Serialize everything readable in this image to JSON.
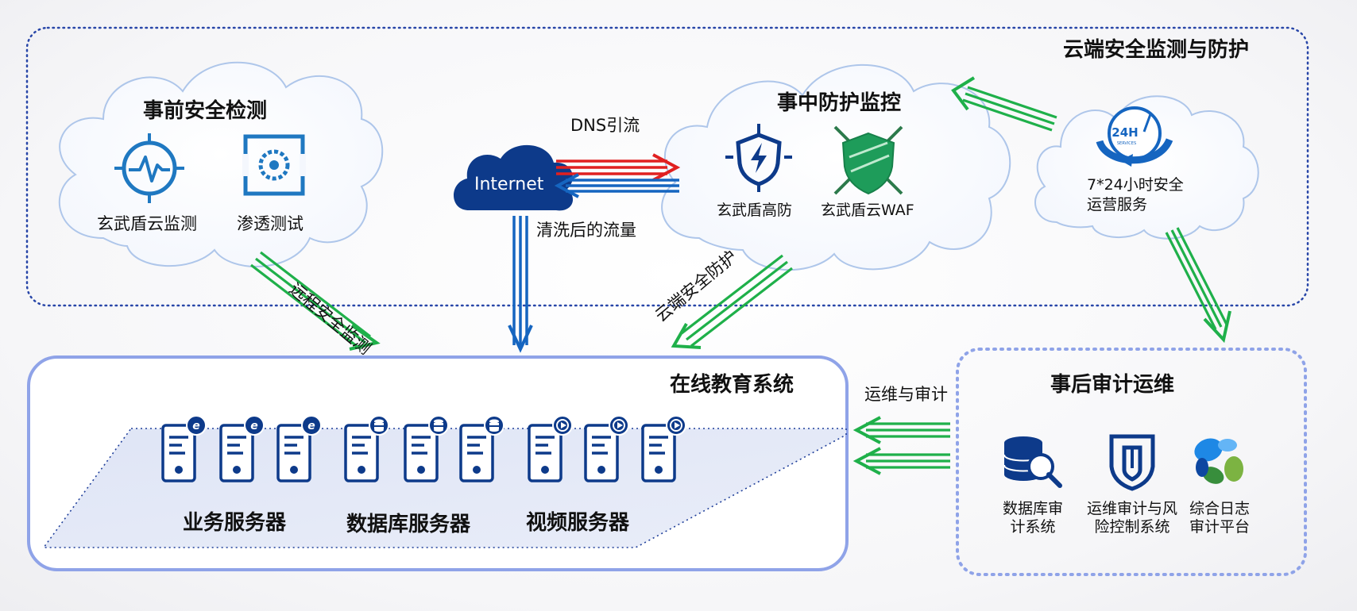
{
  "cloud_section": {
    "title": "云端安全监测与防护"
  },
  "pre_detection": {
    "title": "事前安全检测",
    "items": [
      {
        "label": "玄武盾云监测",
        "icon": "heartbeat-monitor-icon"
      },
      {
        "label": "渗透测试",
        "icon": "penetration-test-icon"
      }
    ]
  },
  "internet": {
    "label": "Internet"
  },
  "dns_label": "DNS引流",
  "clean_traffic_label": "清洗后的流量",
  "in_event": {
    "title": "事中防护监控",
    "items": [
      {
        "label": "玄武盾高防",
        "icon": "shield-bolt-icon"
      },
      {
        "label": "玄武盾云WAF",
        "icon": "shield-swords-icon"
      }
    ]
  },
  "service_24h": {
    "label_line1": "7*24小时安全",
    "label_line2": "运营服务",
    "icon": "24h-services-icon",
    "icon_text": "24H",
    "icon_subtext": "SERVICES"
  },
  "remote_monitor_label": "远程安全监测",
  "cloud_protect_label": "云端安全防护",
  "ops_audit_label": "运维与审计",
  "online_edu": {
    "title": "在线教育系统",
    "groups": [
      {
        "label": "业务服务器",
        "badge": "web-badge-icon",
        "count": 3
      },
      {
        "label": "数据库服务器",
        "badge": "database-badge-icon",
        "count": 3
      },
      {
        "label": "视频服务器",
        "badge": "play-badge-icon",
        "count": 3
      }
    ]
  },
  "post_audit": {
    "title": "事后审计运维",
    "items": [
      {
        "line1": "数据库审",
        "line2": "计系统",
        "icon": "database-search-icon"
      },
      {
        "line1": "运维审计与风",
        "line2": "险控制系统",
        "icon": "audit-shield-icon"
      },
      {
        "line1": "综合日志",
        "line2": "审计平台",
        "icon": "log-platform-icon"
      }
    ]
  },
  "colors": {
    "green_arrow": "#1fb04a",
    "blue_arrow": "#1565c0",
    "red_arrow": "#e02020",
    "navy": "#0d3a8a",
    "icon_blue": "#1f78c1",
    "waf_green": "#1e9c5a",
    "frame_blue": "#8fa3e8"
  }
}
